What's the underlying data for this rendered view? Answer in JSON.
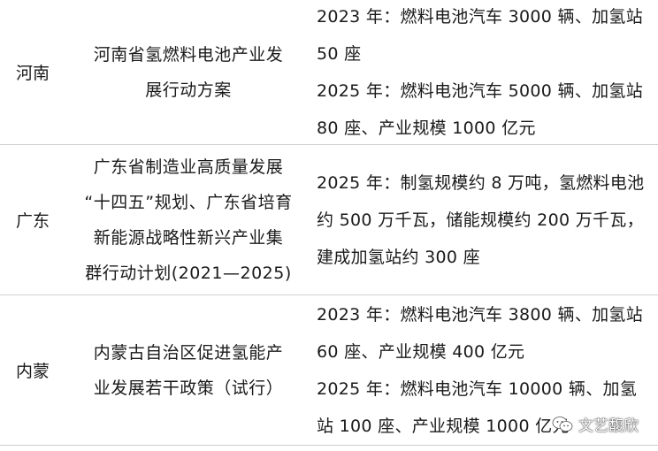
{
  "rows": [
    {
      "region": "河南",
      "policy": [
        "河南省氢燃料电池产业发",
        "展行动方案"
      ],
      "targets": [
        "2023 年：燃料电池汽车 3000 辆、加氢站",
        "50 座",
        "2025 年：燃料电池汽车 5000 辆、加氢站",
        "80 座、产业规模 1000 亿元"
      ]
    },
    {
      "region": "广东",
      "policy": [
        "广东省制造业高质量发展",
        "“十四五”规划、广东省培育",
        "新能源战略性新兴产业集",
        "群行动计划(2021—2025)"
      ],
      "targets": [
        "2025 年：制氢规模约 8 万吨，氢燃料电池",
        "约 500 万千瓦，储能规模约 200 万千瓦，",
        "建成加氢站约 300 座"
      ]
    },
    {
      "region": "内蒙",
      "policy": [
        "内蒙古自治区促进氢能产",
        "业发展若干政策（试行）"
      ],
      "targets": [
        "2023 年：燃料电池汽车 3800 辆、加氢站",
        "60 座、产业规模 400 亿元",
        "2025 年：燃料电池汽车 10000 辆、加氢",
        "站 100 座、产业规模 1000 亿元"
      ]
    }
  ],
  "watermark": {
    "icon": "wechat-icon",
    "text": "文艺馥欣"
  }
}
